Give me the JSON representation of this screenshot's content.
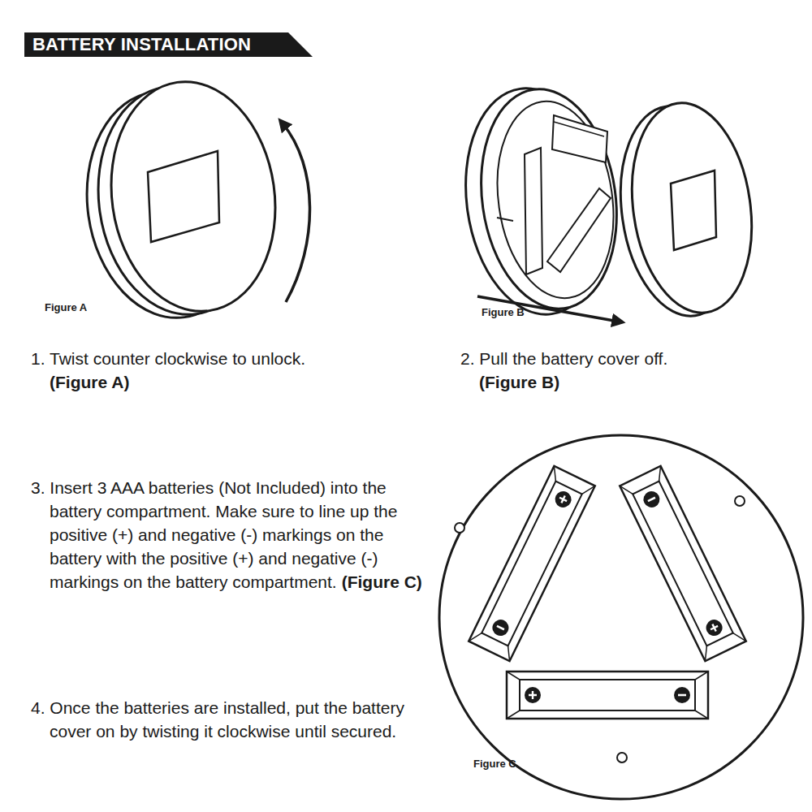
{
  "diagram": {
    "title": "BATTERY INSTALLATION",
    "labels": [
      "Figure A",
      "1. Twist counter clockwise to unlock.",
      "(Figure A)",
      "Figure B",
      "2. Pull the battery cover off.",
      "(Figure B)",
      "3. Insert 3 AAA batteries (Not Included) into the battery compartment. Make sure to line up the positive (+) and negative (-) markings on the battery with the positive (+) and negative (-) markings on the battery compartment.",
      "(Figure C)",
      "4. Once the batteries are installed, put the battery cover on by twisting it clockwise until secured.",
      "Figure C"
    ]
  }
}
